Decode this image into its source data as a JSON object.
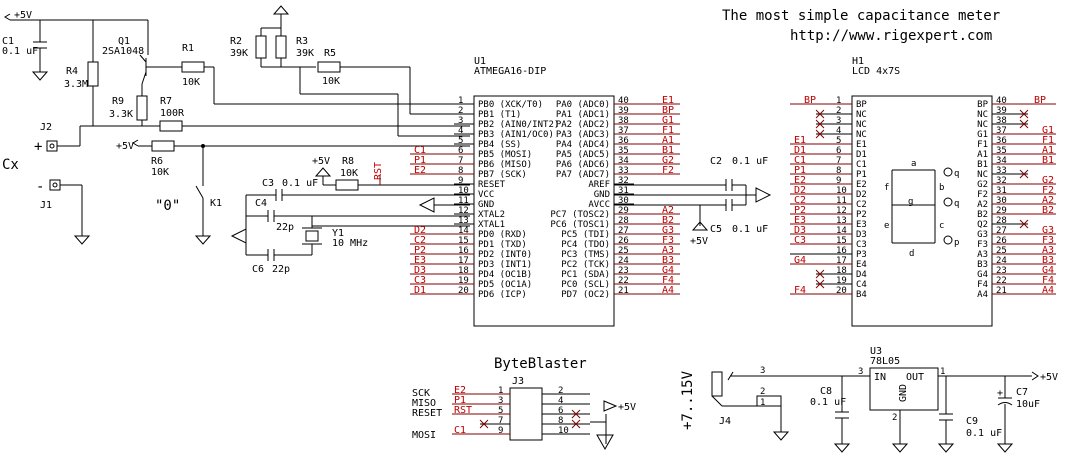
{
  "title": "The most simple capacitance meter",
  "url": "http://www.rigexpert.com",
  "cx_label": "Cx",
  "zero_label": "\"0\"",
  "plus_minus": {
    "plus": "+",
    "minus": "-"
  },
  "supply": {
    "vcc": "+5V",
    "input": "+7..15V"
  },
  "components": {
    "C1": {
      "ref": "C1",
      "value": "0.1 uF"
    },
    "R4": {
      "ref": "R4",
      "value": "3.3M"
    },
    "Q1": {
      "ref": "Q1",
      "value": "2SA1048"
    },
    "R1": {
      "ref": "R1",
      "value": "10K"
    },
    "R2": {
      "ref": "R2",
      "value": "39K"
    },
    "R3": {
      "ref": "R3",
      "value": "39K"
    },
    "R5": {
      "ref": "R5",
      "value": "10K"
    },
    "R9": {
      "ref": "R9",
      "value": "3.3K"
    },
    "R7": {
      "ref": "R7",
      "value": "100R"
    },
    "R6": {
      "ref": "R6",
      "value": "10K"
    },
    "R8": {
      "ref": "R8",
      "value": "10K"
    },
    "J1": {
      "ref": "J1"
    },
    "J2": {
      "ref": "J2"
    },
    "K1": {
      "ref": "K1"
    },
    "C3": {
      "ref": "C3",
      "value": "0.1 uF"
    },
    "C4": {
      "ref": "C4",
      "value": "22p"
    },
    "C6": {
      "ref": "C6",
      "value": "22p"
    },
    "Y1": {
      "ref": "Y1",
      "value": "10 MHz"
    },
    "C2": {
      "ref": "C2",
      "value": "0.1 uF"
    },
    "C5": {
      "ref": "C5",
      "value": "0.1 uF"
    },
    "U1": {
      "ref": "U1",
      "value": "ATMEGA16-DIP"
    },
    "H1": {
      "ref": "H1",
      "value": "LCD 4x7S"
    },
    "U3": {
      "ref": "U3",
      "value": "78L05"
    },
    "C8": {
      "ref": "C8",
      "value": "0.1 uF"
    },
    "C9": {
      "ref": "C9",
      "value": "0.1 uF"
    },
    "C7": {
      "ref": "C7",
      "value": "10uF"
    },
    "J4": {
      "ref": "J4"
    },
    "J3": {
      "ref": "J3",
      "title": "ByteBlaster"
    }
  },
  "u1_left_pins": [
    {
      "n": "1",
      "name": "PB0 (XCK/T0)",
      "net": ""
    },
    {
      "n": "2",
      "name": "PB1 (T1)",
      "net": ""
    },
    {
      "n": "3",
      "name": "PB2 (AIN0/INT2)",
      "net": ""
    },
    {
      "n": "4",
      "name": "PB3 (AIN1/OC0)",
      "net": ""
    },
    {
      "n": "5",
      "name": "PB4 (SS)",
      "net": ""
    },
    {
      "n": "6",
      "name": "PB5 (MOSI)",
      "net": "C1"
    },
    {
      "n": "7",
      "name": "PB6 (MISO)",
      "net": "P1"
    },
    {
      "n": "8",
      "name": "PB7 (SCK)",
      "net": "E2"
    },
    {
      "n": "9",
      "name": "RESET",
      "net": ""
    },
    {
      "n": "10",
      "name": "VCC",
      "net": ""
    },
    {
      "n": "11",
      "name": "GND",
      "net": ""
    },
    {
      "n": "12",
      "name": "XTAL2",
      "net": ""
    },
    {
      "n": "13",
      "name": "XTAL1",
      "net": ""
    },
    {
      "n": "14",
      "name": "PD0 (RXD)",
      "net": "D2"
    },
    {
      "n": "15",
      "name": "PD1 (TXD)",
      "net": "C2"
    },
    {
      "n": "16",
      "name": "PD2 (INT0)",
      "net": "P2"
    },
    {
      "n": "17",
      "name": "PD3 (INT1)",
      "net": "E3"
    },
    {
      "n": "18",
      "name": "PD4 (OC1B)",
      "net": "D3"
    },
    {
      "n": "19",
      "name": "PD5 (OC1A)",
      "net": "C3"
    },
    {
      "n": "20",
      "name": "PD6 (ICP)",
      "net": "D1"
    }
  ],
  "u1_right_pins": [
    {
      "n": "40",
      "name": "PA0 (ADC0)",
      "net": "E1"
    },
    {
      "n": "39",
      "name": "PA1 (ADC1)",
      "net": "BP"
    },
    {
      "n": "38",
      "name": "PA2 (ADC2)",
      "net": "G1"
    },
    {
      "n": "37",
      "name": "PA3 (ADC3)",
      "net": "F1"
    },
    {
      "n": "36",
      "name": "PA4 (ADC4)",
      "net": "A1"
    },
    {
      "n": "35",
      "name": "PA5 (ADC5)",
      "net": "B1"
    },
    {
      "n": "34",
      "name": "PA6 (ADC6)",
      "net": "G2"
    },
    {
      "n": "33",
      "name": "PA7 (ADC7)",
      "net": "F2"
    },
    {
      "n": "32",
      "name": "AREF",
      "net": ""
    },
    {
      "n": "31",
      "name": "GND",
      "net": ""
    },
    {
      "n": "30",
      "name": "AVCC",
      "net": ""
    },
    {
      "n": "29",
      "name": "PC7 (TOSC2)",
      "net": "A2"
    },
    {
      "n": "28",
      "name": "PC6 (TOSC1)",
      "net": "B2"
    },
    {
      "n": "27",
      "name": "PC5 (TDI)",
      "net": "G3"
    },
    {
      "n": "26",
      "name": "PC4 (TDO)",
      "net": "F3"
    },
    {
      "n": "25",
      "name": "PC3 (TMS)",
      "net": "A3"
    },
    {
      "n": "24",
      "name": "PC2 (TCK)",
      "net": "B3"
    },
    {
      "n": "23",
      "name": "PC1 (SDA)",
      "net": "G4"
    },
    {
      "n": "22",
      "name": "PC0 (SCL)",
      "net": "F4"
    },
    {
      "n": "21",
      "name": "PD7 (OC2)",
      "net": "A4"
    }
  ],
  "h1_left_pins": [
    {
      "n": "1",
      "name": "BP",
      "net": "BP",
      "nc": false
    },
    {
      "n": "2",
      "name": "NC",
      "net": "",
      "nc": true
    },
    {
      "n": "3",
      "name": "NC",
      "net": "",
      "nc": true
    },
    {
      "n": "4",
      "name": "NC",
      "net": "",
      "nc": true
    },
    {
      "n": "5",
      "name": "E1",
      "net": "E1",
      "nc": false
    },
    {
      "n": "6",
      "name": "D1",
      "net": "D1",
      "nc": false
    },
    {
      "n": "7",
      "name": "C1",
      "net": "C1",
      "nc": false
    },
    {
      "n": "8",
      "name": "P1",
      "net": "P1",
      "nc": false
    },
    {
      "n": "9",
      "name": "E2",
      "net": "E2",
      "nc": false
    },
    {
      "n": "10",
      "name": "D2",
      "net": "D2",
      "nc": false
    },
    {
      "n": "11",
      "name": "C2",
      "net": "C2",
      "nc": false
    },
    {
      "n": "12",
      "name": "P2",
      "net": "P2",
      "nc": false
    },
    {
      "n": "13",
      "name": "E3",
      "net": "E3",
      "nc": false
    },
    {
      "n": "14",
      "name": "D3",
      "net": "D3",
      "nc": false
    },
    {
      "n": "15",
      "name": "C3",
      "net": "C3",
      "nc": false
    },
    {
      "n": "16",
      "name": "P3",
      "net": "",
      "nc": false
    },
    {
      "n": "17",
      "name": "E4",
      "net": "G4",
      "nc": false
    },
    {
      "n": "18",
      "name": "D4",
      "net": "",
      "nc": true
    },
    {
      "n": "19",
      "name": "C4",
      "net": "",
      "nc": true
    },
    {
      "n": "20",
      "name": "B4",
      "net": "F4",
      "nc": false
    }
  ],
  "h1_right_pins": [
    {
      "n": "40",
      "name": "BP",
      "net": "BP",
      "nc": false
    },
    {
      "n": "39",
      "name": "NC",
      "net": "",
      "nc": true
    },
    {
      "n": "38",
      "name": "NC",
      "net": "",
      "nc": true
    },
    {
      "n": "37",
      "name": "G1",
      "net": "G1",
      "nc": false
    },
    {
      "n": "36",
      "name": "F1",
      "net": "F1",
      "nc": false
    },
    {
      "n": "35",
      "name": "A1",
      "net": "A1",
      "nc": false
    },
    {
      "n": "34",
      "name": "B1",
      "net": "B1",
      "nc": false
    },
    {
      "n": "33",
      "name": "NC",
      "net": "",
      "nc": true
    },
    {
      "n": "32",
      "name": "G2",
      "net": "G2",
      "nc": false
    },
    {
      "n": "31",
      "name": "F2",
      "net": "F2",
      "nc": false
    },
    {
      "n": "30",
      "name": "A2",
      "net": "A2",
      "nc": false
    },
    {
      "n": "29",
      "name": "B2",
      "net": "B2",
      "nc": false
    },
    {
      "n": "28",
      "name": "Q2",
      "net": "",
      "nc": true
    },
    {
      "n": "27",
      "name": "G3",
      "net": "G3",
      "nc": false
    },
    {
      "n": "26",
      "name": "F3",
      "net": "F3",
      "nc": false
    },
    {
      "n": "25",
      "name": "A3",
      "net": "A3",
      "nc": false
    },
    {
      "n": "24",
      "name": "B3",
      "net": "B3",
      "nc": false
    },
    {
      "n": "23",
      "name": "G4",
      "net": "G4",
      "nc": false
    },
    {
      "n": "22",
      "name": "F4",
      "net": "F4",
      "nc": false
    },
    {
      "n": "21",
      "name": "A4",
      "net": "A4",
      "nc": false
    }
  ],
  "seg_letters": {
    "a": "a",
    "b": "b",
    "c": "c",
    "d": "d",
    "e": "e",
    "f": "f",
    "g": "g",
    "q1": "q",
    "q2": "q",
    "p": "p"
  },
  "u3_pins": {
    "in": "IN",
    "out": "OUT",
    "gnd": "GND",
    "n_in": "3",
    "n_out": "1",
    "n_gnd": "2"
  },
  "j4_pins": {
    "p3": "3",
    "p2": "2",
    "p1": "1"
  },
  "j3_signals": [
    "SCK",
    "MISO",
    "RESET",
    "",
    "MOSI"
  ],
  "j3_nets": [
    "E2",
    "P1",
    "RST",
    "",
    "C1"
  ],
  "j3_left_pins": [
    "1",
    "3",
    "5",
    "7",
    "9"
  ],
  "j3_right_pins": [
    "2",
    "4",
    "6",
    "8",
    "10"
  ],
  "rst_label": "RST",
  "colors": {
    "wire": "#000000",
    "net_wire": "#800000",
    "net_label": "#c00000"
  }
}
